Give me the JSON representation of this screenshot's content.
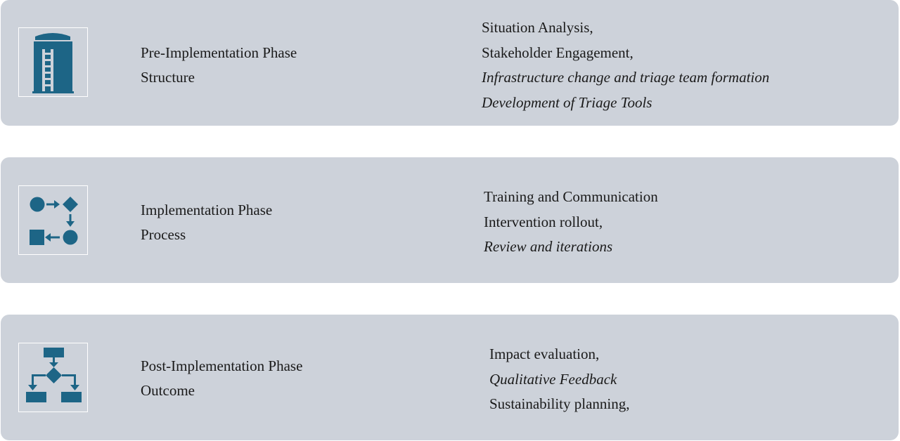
{
  "colors": {
    "card_background": "#cdd2da",
    "icon_fill": "#1d6586",
    "icon_frame": "#ffffff"
  },
  "phases": [
    {
      "icon": "building-structure-icon",
      "phase_title": "Pre-Implementation Phase",
      "phase_subtitle": "Structure",
      "items": [
        {
          "text": "Situation Analysis,",
          "italic": false
        },
        {
          "text": "Stakeholder Engagement,",
          "italic": false
        },
        {
          "text": "Infrastructure change and triage team formation",
          "italic": true
        },
        {
          "text": "Development of Triage Tools",
          "italic": true
        }
      ]
    },
    {
      "icon": "process-flow-icon",
      "phase_title": "Implementation Phase",
      "phase_subtitle": "Process",
      "items": [
        {
          "text": "Training and Communication",
          "italic": false
        },
        {
          "text": "Intervention rollout,",
          "italic": false
        },
        {
          "text": "Review and iterations",
          "italic": true
        }
      ]
    },
    {
      "icon": "decision-tree-icon",
      "phase_title": "Post-Implementation Phase",
      "phase_subtitle": "Outcome",
      "items": [
        {
          "text": "Impact evaluation,",
          "italic": false
        },
        {
          "text": "Qualitative Feedback",
          "italic": true
        },
        {
          "text": "Sustainability planning,",
          "italic": false
        }
      ]
    }
  ]
}
